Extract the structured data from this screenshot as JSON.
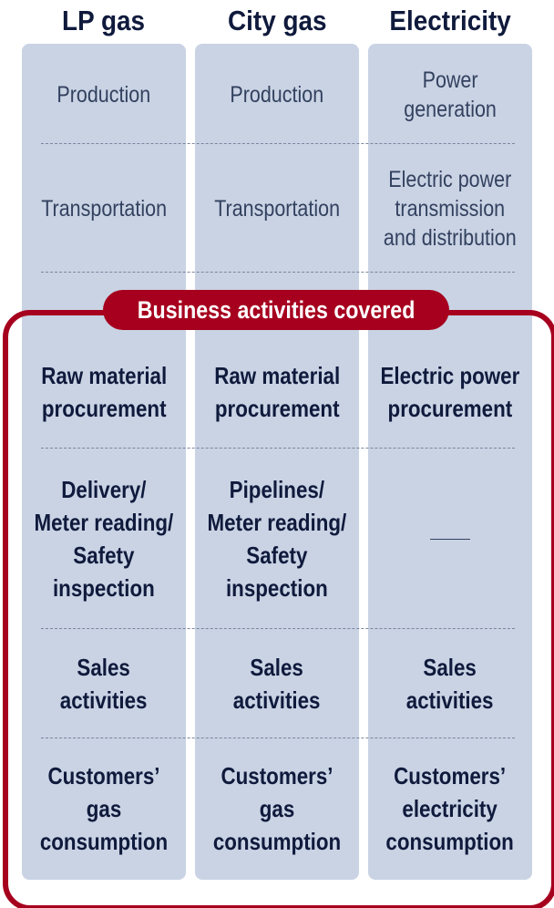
{
  "headers": [
    "LP gas",
    "City gas",
    "Electricity"
  ],
  "badge": "Business activities covered",
  "columns": [
    {
      "rows": [
        "Production",
        "Transportation",
        "Raw material\nprocurement",
        "Delivery/\nMeter reading/\nSafety\ninspection",
        "Sales\nactivities",
        "Customers’ gas\nconsumption"
      ]
    },
    {
      "rows": [
        "Production",
        "Transportation",
        "Raw material\nprocurement",
        "Pipelines/\nMeter reading/\nSafety\ninspection",
        "Sales\nactivities",
        "Customers’ gas\nconsumption"
      ]
    },
    {
      "rows": [
        "Power\ngeneration",
        "Electric power\ntransmission\nand distribution",
        "Electric power\nprocurement",
        "",
        "Sales\nactivities",
        "Customers’\nelectricity\nconsumption"
      ]
    }
  ],
  "colors": {
    "panel": "#c9d3e4",
    "accent": "#a6001e",
    "text": "#0f1a3c"
  }
}
